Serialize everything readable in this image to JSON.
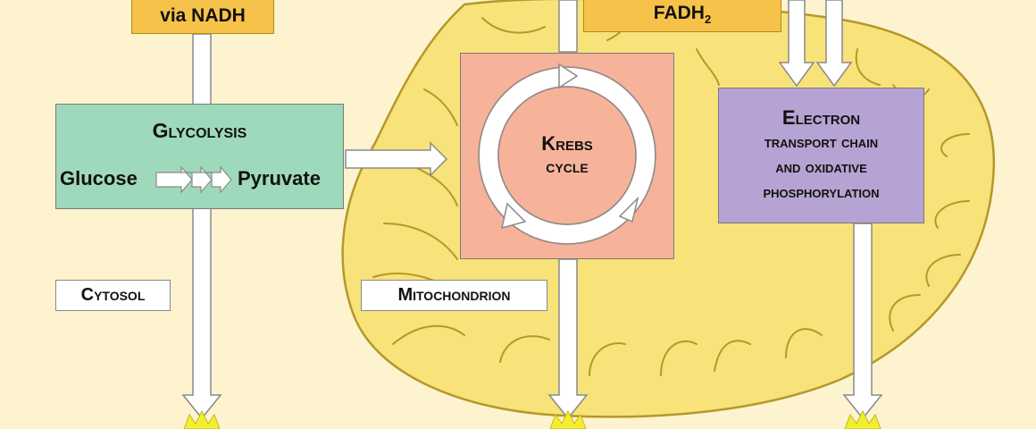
{
  "top_left_label": "via NADH",
  "top_middle_label": {
    "text": "FADH",
    "subscript": "2"
  },
  "glycolysis": {
    "title": "Glycolysis",
    "input": "Glucose",
    "output": "Pyruvate"
  },
  "krebs": {
    "title": "Krebs",
    "subtitle": "cycle"
  },
  "etc": {
    "title": "Electron",
    "line1": "transport chain",
    "line2": "and oxidative",
    "line3": "phosphorylation"
  },
  "cytosol_label": "Cytosol",
  "mitochondrion_label": "Mitochondrion",
  "colors": {
    "background": "#fdf3cf",
    "mitochondrion_fill": "#f8e27a",
    "mitochondrion_outline": "#b59828",
    "orange_box": "#f6c24a",
    "glycolysis_box": "#9fd9bb",
    "krebs_box": "#f6b39a",
    "etc_box": "#b6a3d3",
    "arrow_fill": "#ffffff",
    "arrow_outline": "#8a8a8a",
    "burst": "#f3ef2f"
  }
}
